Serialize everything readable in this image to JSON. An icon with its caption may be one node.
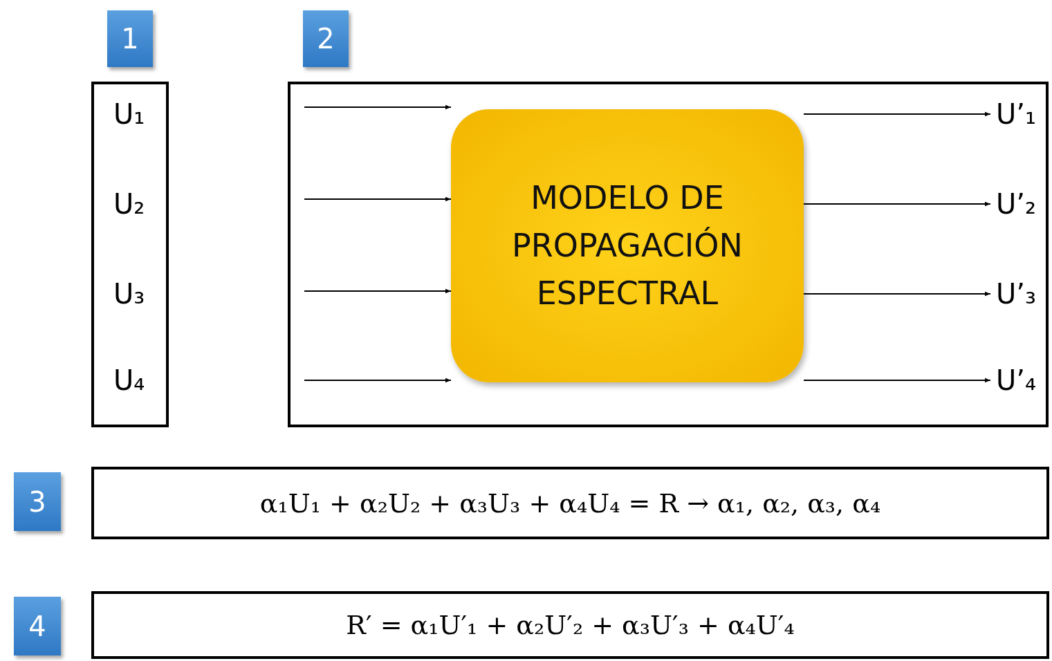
{
  "diagram": {
    "nodes": [
      {
        "text": [
          "1"
        ]
      },
      {
        "text": [],
        "shape": "box"
      },
      {
        "text": [
          "U₁"
        ],
        "in": 1
      },
      {
        "text": [
          "U₂"
        ],
        "in": 1
      },
      {
        "text": [
          "U₃"
        ],
        "in": 1
      },
      {
        "text": [
          "U₄"
        ],
        "in": 1
      },
      {
        "text": [
          "2"
        ]
      },
      {
        "text": [],
        "shape": "box"
      },
      {
        "text": [
          "MODELO DE PROPAGACIÓN ESPECTRAL"
        ],
        "in": 7
      },
      {
        "text": [
          "U’₁"
        ],
        "in": 7
      },
      {
        "text": [
          "U’₂"
        ],
        "in": 7
      },
      {
        "text": [
          "U’₃"
        ],
        "in": 7
      },
      {
        "text": [
          "U’₄"
        ],
        "in": 7
      },
      {
        "text": [
          "3"
        ]
      },
      {
        "text": [
          "α₁U₁ + α₂U₂ + α₃U₃ + α₄U₄ = R → α₁, α₂, α₃, α₄"
        ]
      },
      {
        "text": [
          "4"
        ]
      },
      {
        "text": [
          "R′ = α₁U′₁ + α₂U′₂ + α₃U′₃ + α₄U′₄"
        ]
      }
    ],
    "edges": [
      {
        "from": null,
        "to": 8,
        "arrow": "to"
      },
      {
        "from": null,
        "to": 8,
        "arrow": "to"
      },
      {
        "from": null,
        "to": 8,
        "arrow": "to"
      },
      {
        "from": null,
        "to": 8,
        "arrow": "to"
      },
      {
        "from": 8,
        "to": 9,
        "arrow": "to"
      },
      {
        "from": 8,
        "to": 10,
        "arrow": "to"
      },
      {
        "from": 8,
        "to": 11,
        "arrow": "to"
      },
      {
        "from": 8,
        "to": 12,
        "arrow": "to"
      }
    ]
  }
}
